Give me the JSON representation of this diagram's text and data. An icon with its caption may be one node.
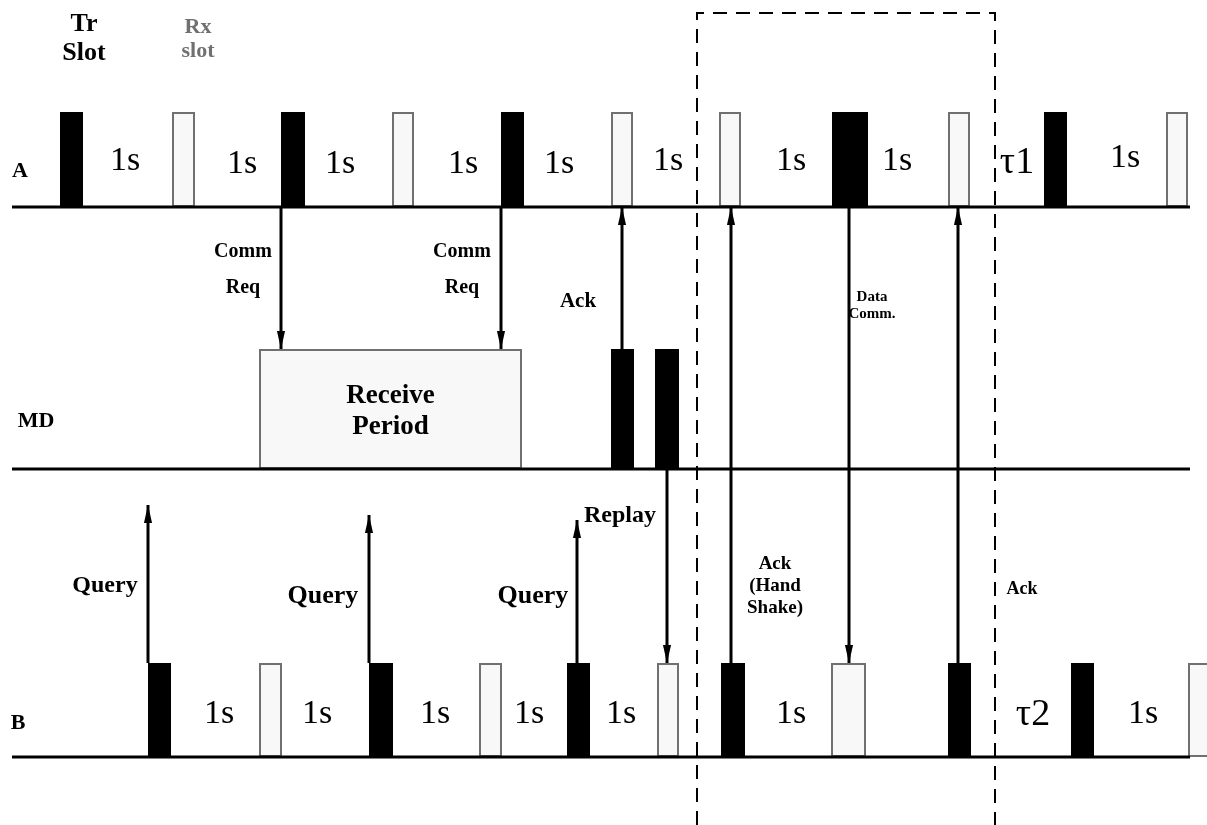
{
  "diagram": {
    "nodes": [
      {
        "text": [],
        "shape": "bar"
      },
      {
        "text": [],
        "shape": "bar"
      },
      {
        "text": [],
        "shape": "bar"
      },
      {
        "text": [],
        "shape": "bar"
      },
      {
        "text": [],
        "shape": "bar"
      },
      {
        "text": [],
        "shape": "bar"
      },
      {
        "text": [],
        "shape": "bar"
      },
      {
        "text": [],
        "shape": "bar"
      },
      {
        "text": [],
        "shape": "bar"
      },
      {
        "text": [],
        "shape": "bar"
      },
      {
        "text": [],
        "shape": "bar"
      },
      {
        "text": [
          "Receive Period"
        ]
      },
      {
        "text": [],
        "shape": "bar"
      },
      {
        "text": [],
        "shape": "bar"
      },
      {
        "text": [],
        "shape": "bar"
      },
      {
        "text": [],
        "shape": "bar"
      },
      {
        "text": [],
        "shape": "bar"
      },
      {
        "text": [],
        "shape": "bar"
      },
      {
        "text": [],
        "shape": "bar"
      },
      {
        "text": [],
        "shape": "bar"
      },
      {
        "text": [],
        "shape": "bar"
      },
      {
        "text": [],
        "shape": "bar"
      },
      {
        "text": [],
        "shape": "bar"
      },
      {
        "text": [],
        "shape": "bar"
      },
      {
        "text": [],
        "shape": "bar"
      }
    ],
    "edges": [
      {
        "from": 2,
        "to": 11,
        "arrow": "to",
        "label": "Comm Req"
      },
      {
        "from": 4,
        "to": 11,
        "arrow": "to",
        "label": "Comm Req"
      },
      {
        "from": 12,
        "to": 5,
        "arrow": "to",
        "label": "Ack"
      },
      {
        "from": 14,
        "to": null,
        "arrow": "to",
        "label": "Query"
      },
      {
        "from": 16,
        "to": null,
        "arrow": "to",
        "label": "Query"
      },
      {
        "from": 18,
        "to": null,
        "arrow": "to",
        "label": "Query"
      },
      {
        "from": 13,
        "to": 19,
        "arrow": "to",
        "label": "Replay"
      },
      {
        "from": 20,
        "to": 6,
        "arrow": "to",
        "label": "Ack (Hand Shake)"
      },
      {
        "from": 7,
        "to": 21,
        "arrow": "to",
        "label": "Data Comm."
      },
      {
        "from": 22,
        "to": 8,
        "arrow": "to",
        "label": "Ack"
      }
    ],
    "labels": [
      "Tr Slot",
      "Rx slot",
      "A",
      "1s",
      "1s",
      "1s",
      "1s",
      "1s",
      "1s",
      "1s",
      "1s",
      "τ1",
      "1s",
      "MD",
      "B",
      "1s",
      "1s",
      "1s",
      "1s",
      "1s",
      "1s",
      "τ2",
      "1s"
    ]
  }
}
